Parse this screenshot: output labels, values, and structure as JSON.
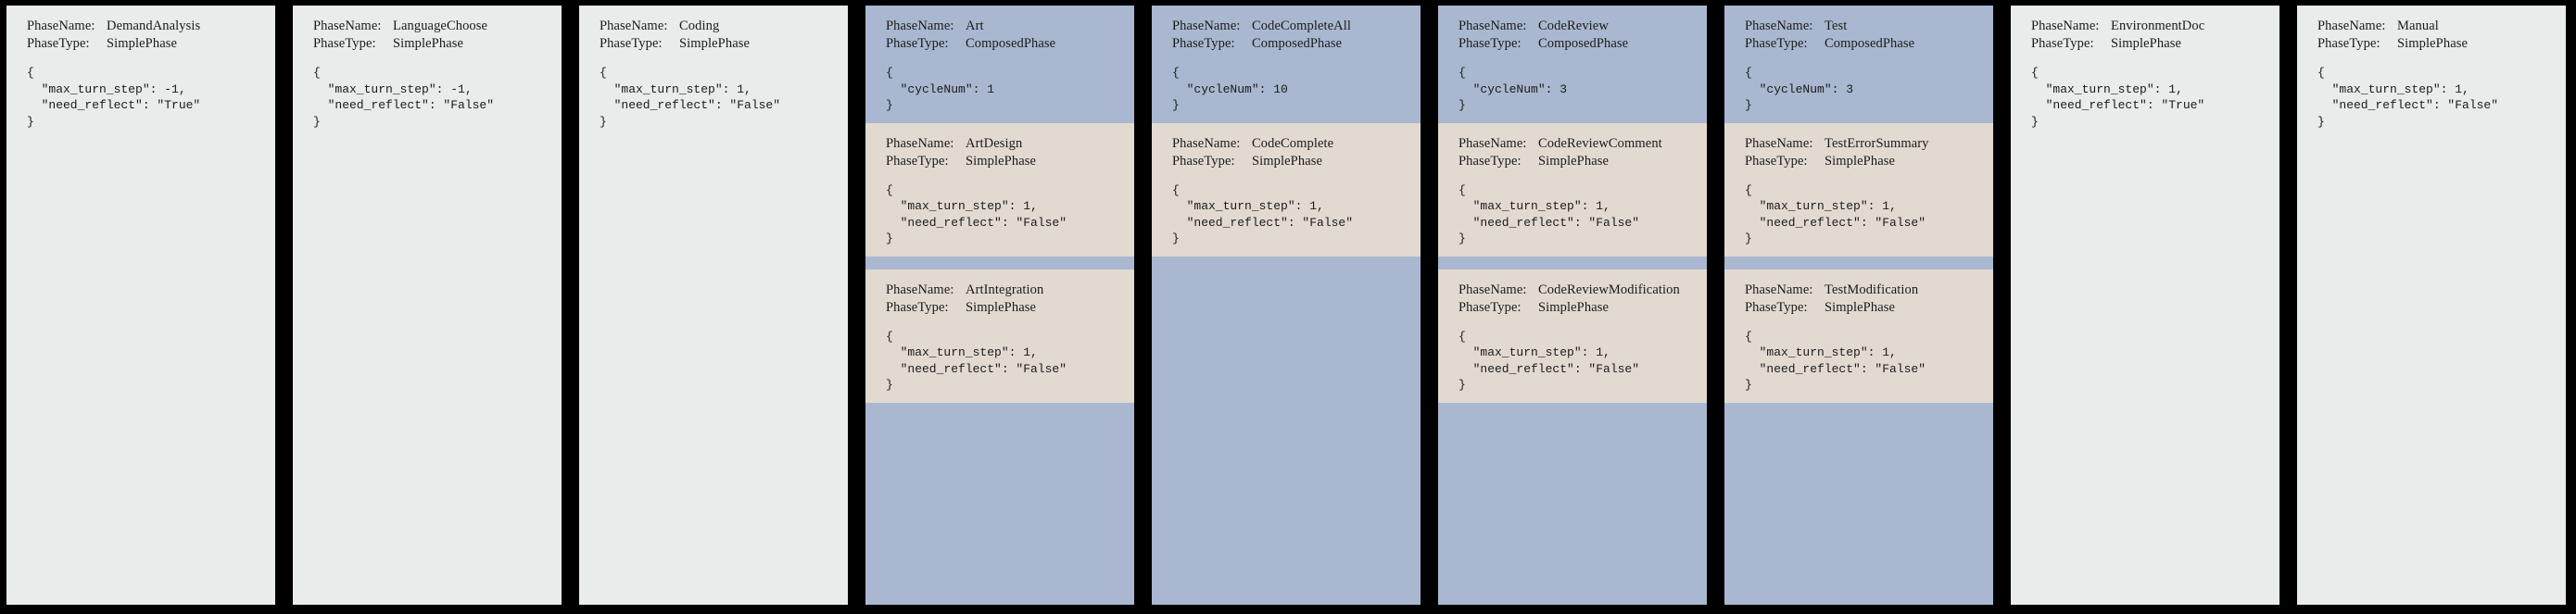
{
  "labels": {
    "phase_name_key": "PhaseName:",
    "phase_type_key": "PhaseType:"
  },
  "colors": {
    "background": "#000000",
    "simple_phase_card": "#e8ecea",
    "composed_phase_header": "#a9b8d0",
    "sub_phase_card": "#e2dad1"
  },
  "columns": [
    {
      "id": "demand-analysis",
      "blocks": [
        {
          "kind": "simple-plain",
          "name": "DemandAnalysis",
          "type": "SimplePhase",
          "json": "{\n  \"max_turn_step\": -1,\n  \"need_reflect\": \"True\"\n}"
        }
      ]
    },
    {
      "id": "language-choose",
      "blocks": [
        {
          "kind": "simple-plain",
          "name": "LanguageChoose",
          "type": "SimplePhase",
          "json": "{\n  \"max_turn_step\": -1,\n  \"need_reflect\": \"False\"\n}"
        }
      ]
    },
    {
      "id": "coding",
      "blocks": [
        {
          "kind": "simple-plain",
          "name": "Coding",
          "type": "SimplePhase",
          "json": "{\n  \"max_turn_step\": 1,\n  \"need_reflect\": \"False\"\n}"
        }
      ]
    },
    {
      "id": "art",
      "blocks": [
        {
          "kind": "composed",
          "name": "Art",
          "type": "ComposedPhase",
          "json": "{\n  \"cycleNum\": 1\n}"
        },
        {
          "kind": "sub",
          "name": "ArtDesign",
          "type": "SimplePhase",
          "json": "{\n  \"max_turn_step\": 1,\n  \"need_reflect\": \"False\"\n}"
        },
        {
          "kind": "sub",
          "name": "ArtIntegration",
          "type": "SimplePhase",
          "json": "{\n  \"max_turn_step\": 1,\n  \"need_reflect\": \"False\"\n}"
        }
      ]
    },
    {
      "id": "code-complete-all",
      "blocks": [
        {
          "kind": "composed",
          "name": "CodeCompleteAll",
          "type": "ComposedPhase",
          "json": "{\n  \"cycleNum\": 10\n}"
        },
        {
          "kind": "sub",
          "name": "CodeComplete",
          "type": "SimplePhase",
          "json": "{\n  \"max_turn_step\": 1,\n  \"need_reflect\": \"False\"\n}"
        }
      ]
    },
    {
      "id": "code-review",
      "blocks": [
        {
          "kind": "composed",
          "name": "CodeReview",
          "type": "ComposedPhase",
          "json": "{\n  \"cycleNum\": 3\n}"
        },
        {
          "kind": "sub",
          "name": "CodeReviewComment",
          "type": "SimplePhase",
          "json": "{\n  \"max_turn_step\": 1,\n  \"need_reflect\": \"False\"\n}"
        },
        {
          "kind": "sub",
          "name": "CodeReviewModification",
          "type": "SimplePhase",
          "json": "{\n  \"max_turn_step\": 1,\n  \"need_reflect\": \"False\"\n}"
        }
      ]
    },
    {
      "id": "test",
      "blocks": [
        {
          "kind": "composed",
          "name": "Test",
          "type": "ComposedPhase",
          "json": "{\n  \"cycleNum\": 3\n}"
        },
        {
          "kind": "sub",
          "name": "TestErrorSummary",
          "type": "SimplePhase",
          "json": "{\n  \"max_turn_step\": 1,\n  \"need_reflect\": \"False\"\n}"
        },
        {
          "kind": "sub",
          "name": "TestModification",
          "type": "SimplePhase",
          "json": "{\n  \"max_turn_step\": 1,\n  \"need_reflect\": \"False\"\n}"
        }
      ]
    },
    {
      "id": "environment-doc",
      "blocks": [
        {
          "kind": "simple-plain",
          "name": "EnvironmentDoc",
          "type": "SimplePhase",
          "json": "{\n  \"max_turn_step\": 1,\n  \"need_reflect\": \"True\"\n}"
        }
      ]
    },
    {
      "id": "manual",
      "blocks": [
        {
          "kind": "simple-plain",
          "name": "Manual",
          "type": "SimplePhase",
          "json": "{\n  \"max_turn_step\": 1,\n  \"need_reflect\": \"False\"\n}"
        }
      ]
    }
  ]
}
